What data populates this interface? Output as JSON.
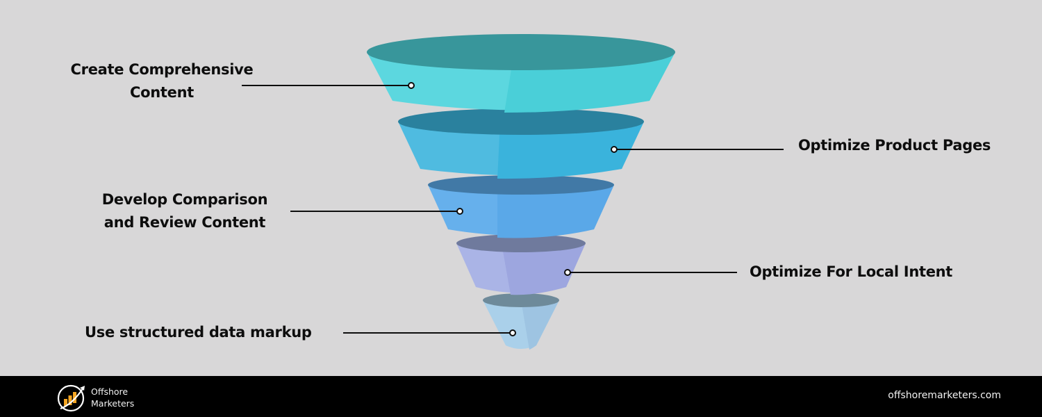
{
  "diagram": {
    "type": "funnel",
    "stages": [
      {
        "label": "Create Comprehensive Content",
        "lines": [
          "Create Comprehensive",
          "Content"
        ],
        "side": "left",
        "top_color": "#38969b",
        "body_light": "#5cd7df",
        "body_dark": "#4acfd8"
      },
      {
        "label": "Optimize Product Pages",
        "lines": [
          "Optimize Product Pages"
        ],
        "side": "right",
        "top_color": "#2a819e",
        "body_light": "#4fbbe0",
        "body_dark": "#3ab3dc"
      },
      {
        "label": "Develop Comparison and Review Content",
        "lines": [
          "Develop Comparison",
          "and Review Content"
        ],
        "side": "left",
        "top_color": "#4179a6",
        "body_light": "#66b0ec",
        "body_dark": "#5aa8e8"
      },
      {
        "label": "Optimize For Local Intent",
        "lines": [
          "Optimize For Local Intent"
        ],
        "side": "right",
        "top_color": "#6f7a9d",
        "body_light": "#aab4e6",
        "body_dark": "#9da6df"
      },
      {
        "label": "Use structured data markup",
        "lines": [
          "Use structured data markup"
        ],
        "side": "left",
        "top_color": "#6e8a9a",
        "body_light": "#aad0ea",
        "body_dark": "#9ec4e2"
      }
    ]
  },
  "footer": {
    "brand_line1": "Offshore",
    "brand_line2": "Marketers",
    "logo_icon": "rising-bar-chart-arrow-icon",
    "url": "offshoremarketers.com"
  },
  "colors": {
    "background": "#d8d7d8",
    "footer_bg": "#000000",
    "text": "#0d0d0d",
    "logo_bars": "#f5a623"
  }
}
